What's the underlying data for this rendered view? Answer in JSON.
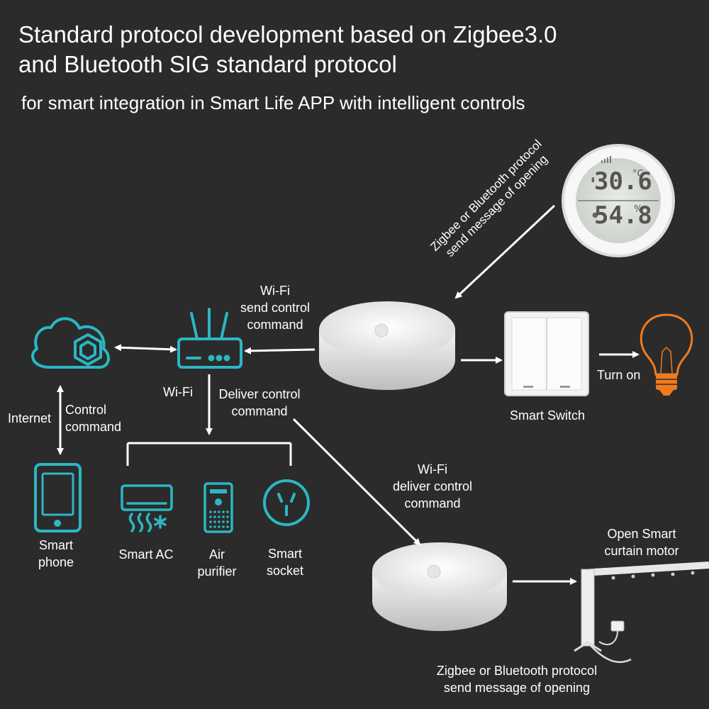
{
  "title_line1": "Standard protocol development based on Zigbee3.0",
  "title_line2": "and Bluetooth SIG standard protocol",
  "subtitle": "for smart integration in Smart Life APP with intelligent controls",
  "sensor_note": {
    "line1": "Zigbee or Bluetooth protocol",
    "line2": "send message of opening"
  },
  "sensor_display": {
    "temp": "30.6",
    "temp_unit": "°C",
    "humidity": "54.8",
    "humidity_unit": "%"
  },
  "wifi_send": {
    "line1": "Wi-Fi",
    "line2": "send control",
    "line3": "command"
  },
  "router_label": "Wi-Fi",
  "deliver": {
    "line1": "Deliver control",
    "line2": "command"
  },
  "internet_label": "Internet",
  "control": {
    "line1": "Control",
    "line2": "command"
  },
  "phone": {
    "line1": "Smart",
    "line2": "phone"
  },
  "ac_label": "Smart AC",
  "air": {
    "line1": "Air",
    "line2": "purifier"
  },
  "socket": {
    "line1": "Smart",
    "line2": "socket"
  },
  "switch_label": "Smart Switch",
  "turn_on_label": "Turn on",
  "wifi_deliver": {
    "line1": "Wi-Fi",
    "line2": "deliver control",
    "line3": "command"
  },
  "curtain": {
    "line1": "Open Smart",
    "line2": "curtain motor"
  },
  "bottom_note": {
    "line1": "Zigbee or Bluetooth protocol",
    "line2": "send message of opening"
  },
  "colors": {
    "background": "#2b2b2b",
    "icon_teal": "#2bb7c4",
    "text": "#ffffff",
    "bulb_orange": "#f07a1e"
  }
}
